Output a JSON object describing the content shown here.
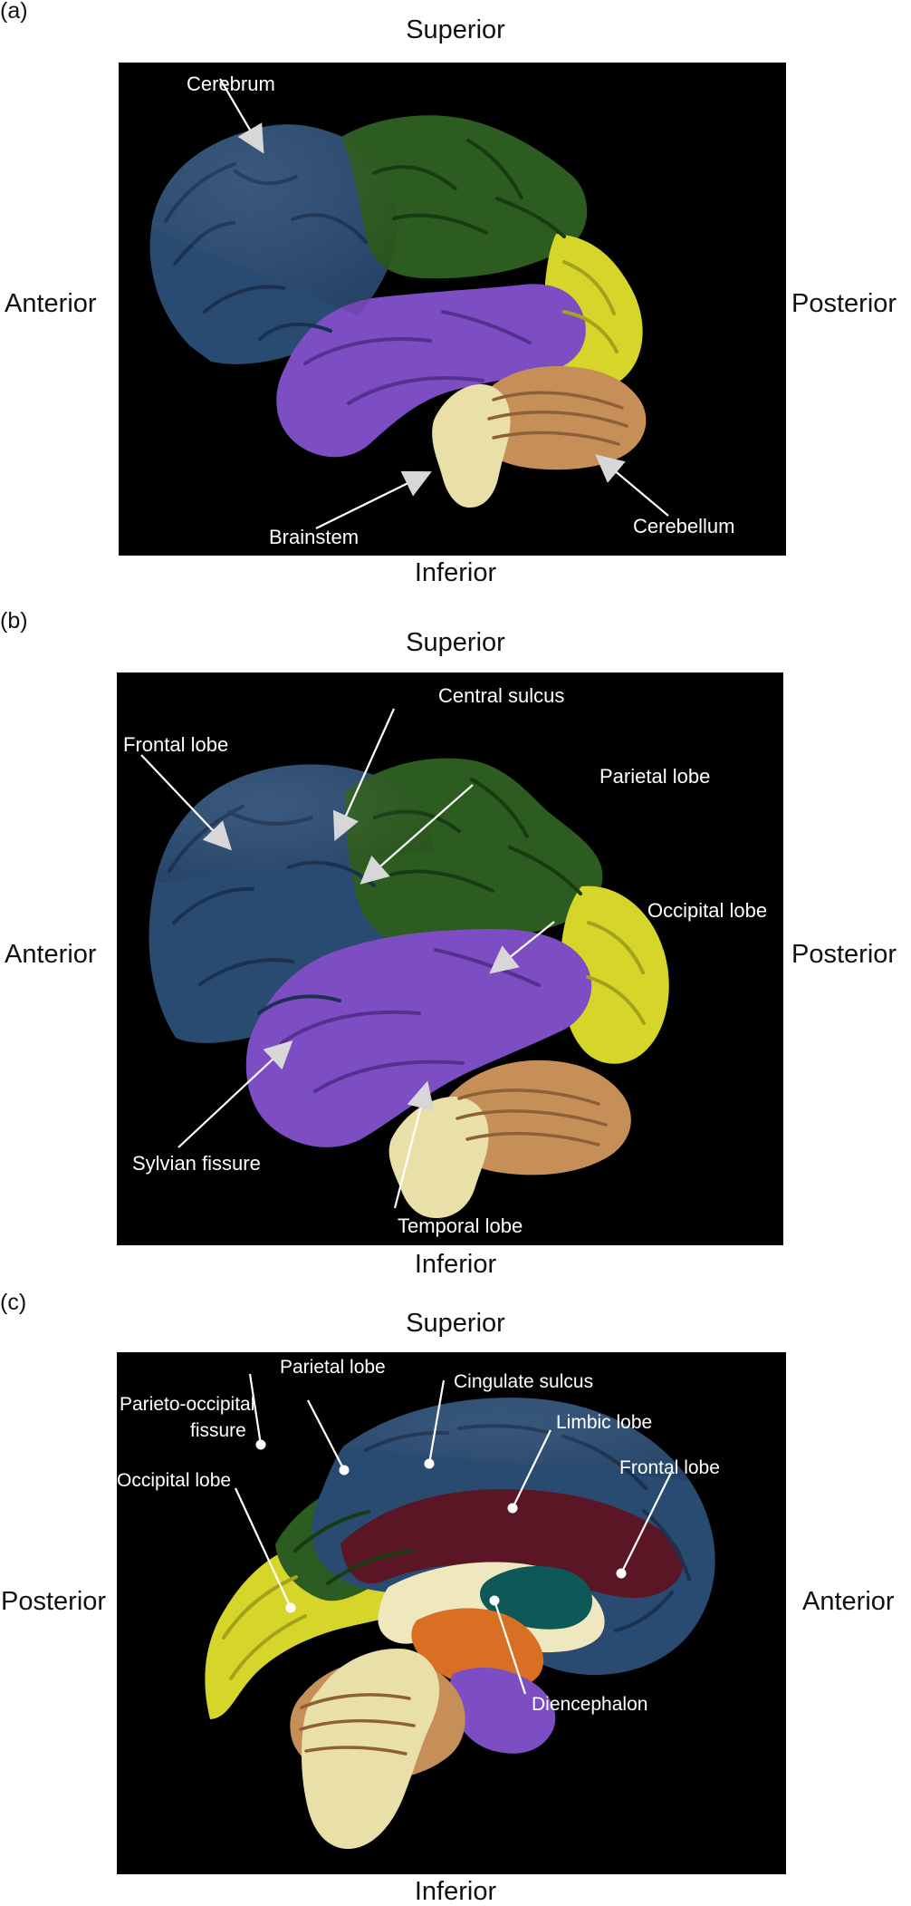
{
  "colors": {
    "panel_bg": "#000000",
    "frontal": "#294b72",
    "parietal": "#2c5c1f",
    "temporal": "#7d4dc4",
    "occipital": "#d6d52a",
    "cerebellum": "#c78f58",
    "brainstem": "#e9dfa8",
    "limbic": "#5a1624",
    "diencephalon": "#d86f23",
    "ventricle": "#0e5858",
    "label_text": "#ffffff"
  },
  "panels": {
    "a": {
      "letter": "(a)",
      "superior": "Superior",
      "inferior": "Inferior",
      "left": "Anterior",
      "right": "Posterior",
      "labels": {
        "cerebrum": "Cerebrum",
        "brainstem": "Brainstem",
        "cerebellum": "Cerebellum"
      }
    },
    "b": {
      "letter": "(b)",
      "superior": "Superior",
      "inferior": "Inferior",
      "left": "Anterior",
      "right": "Posterior",
      "labels": {
        "central_sulcus": "Central sulcus",
        "frontal_lobe": "Frontal lobe",
        "parietal_lobe": "Parietal lobe",
        "occipital_lobe": "Occipital lobe",
        "sylvian_fissure": "Sylvian fissure",
        "temporal_lobe": "Temporal lobe"
      }
    },
    "c": {
      "letter": "(c)",
      "superior": "Superior",
      "inferior": "Inferior",
      "left": "Posterior",
      "right": "Anterior",
      "labels": {
        "parietal_lobe": "Parietal lobe",
        "cingulate_sulcus": "Cingulate sulcus",
        "parieto_occipital_fissure_line1": "Parieto-occipital",
        "parieto_occipital_fissure_line2": "fissure",
        "limbic_lobe": "Limbic lobe",
        "frontal_lobe": "Frontal lobe",
        "occipital_lobe": "Occipital lobe",
        "diencephalon": "Diencephalon"
      }
    }
  }
}
